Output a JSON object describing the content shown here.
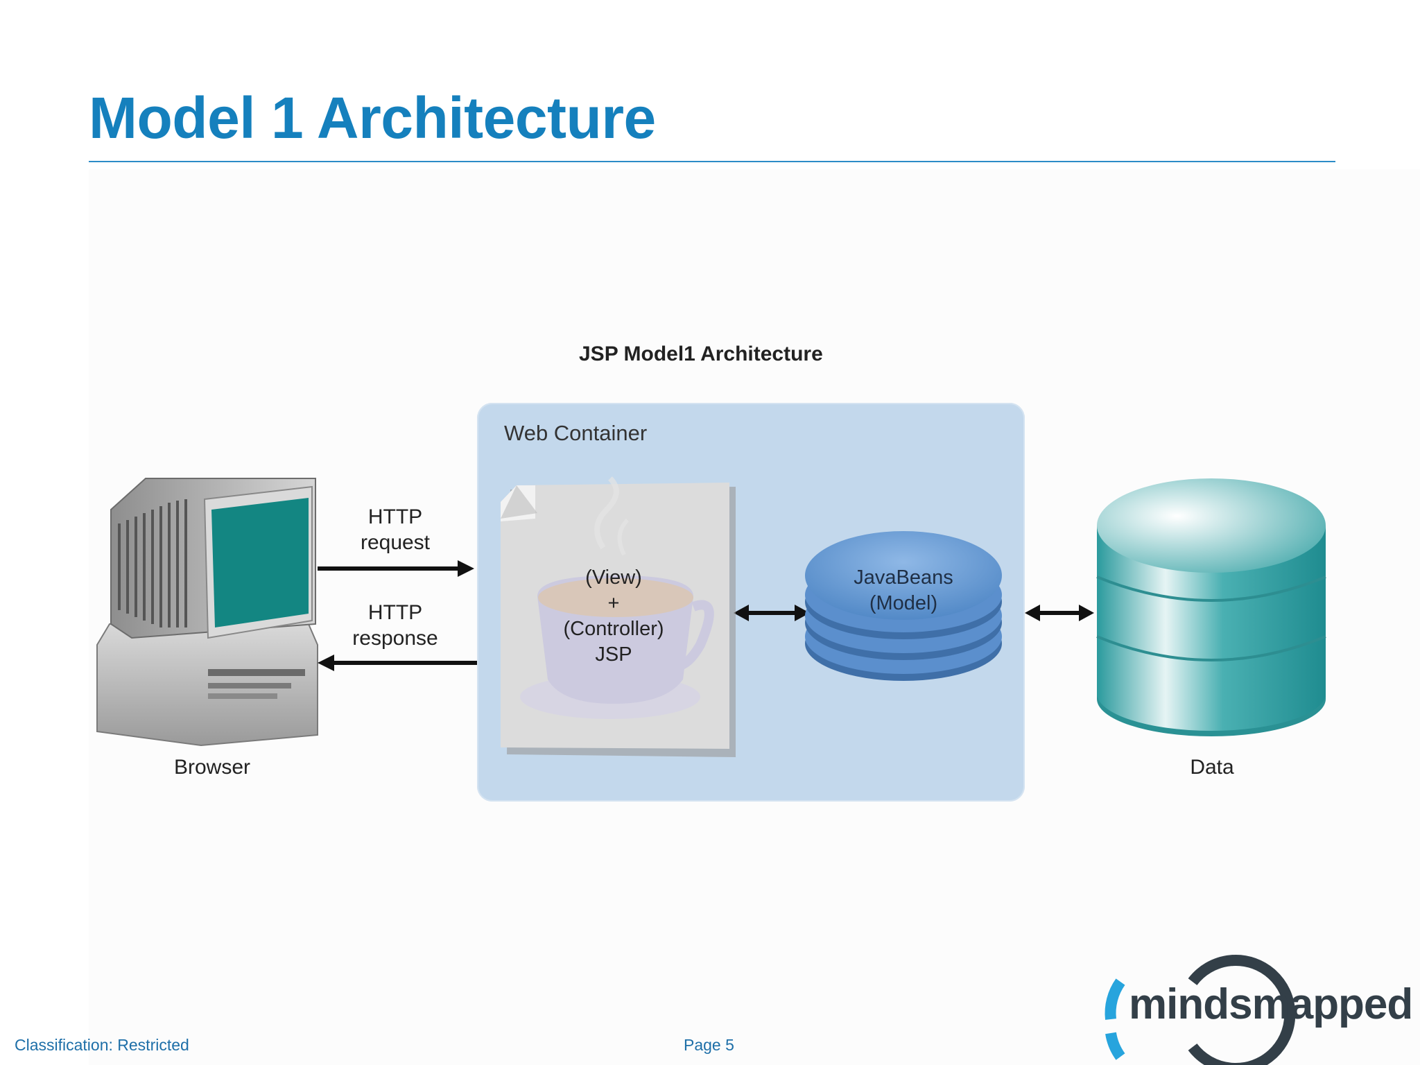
{
  "slide": {
    "title": "Model 1 Architecture"
  },
  "diagram": {
    "title": "JSP Model1 Architecture",
    "web_container_label": "Web Container",
    "http_request_line1": "HTTP",
    "http_request_line2": "request",
    "http_response_line1": "HTTP",
    "http_response_line2": "response",
    "jsp_line1": "(View)",
    "jsp_line2": "+",
    "jsp_line3": "(Controller)",
    "jsp_line4": "JSP",
    "beans_line1": "JavaBeans",
    "beans_line2": "(Model)",
    "browser_label": "Browser",
    "data_label": "Data"
  },
  "footer": {
    "classification": "Classification: Restricted",
    "page": "Page 5",
    "logo_text": "mindsmapped"
  },
  "colors": {
    "title": "#1580BD",
    "container": "#C3D8EC",
    "beans": "#5E96D2",
    "database": "#3FA6A8",
    "logo_blue": "#27A4DD",
    "logo_dark": "#333F48"
  }
}
